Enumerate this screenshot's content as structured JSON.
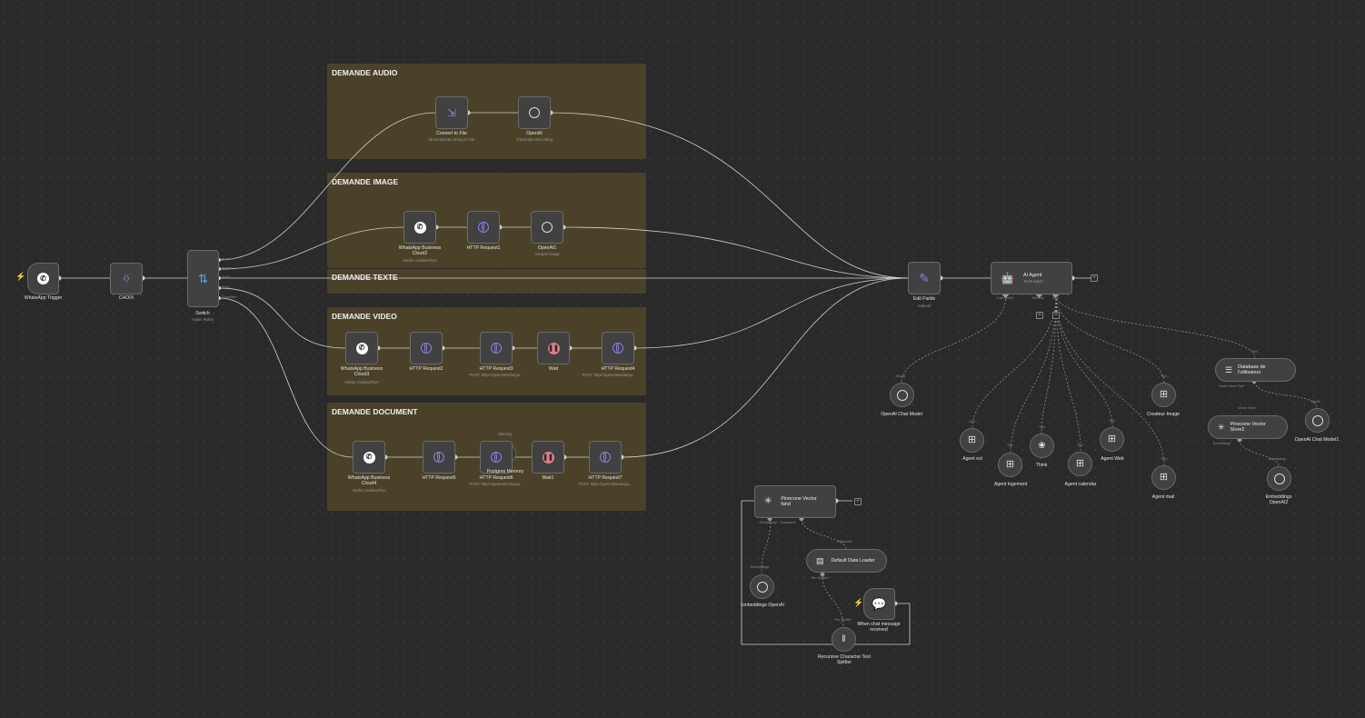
{
  "colors": {
    "canvas": "#2a2a2a",
    "sticky": "#4a4128",
    "node": "#414141",
    "accent": "#8f7fe0",
    "wait": "#e27d89",
    "wire": "#cfcfcf"
  },
  "groups": {
    "audio": "DEMANDE AUDIO",
    "image": "DEMANDE IMAGE",
    "texte": "DEMANDE TEXTE",
    "video": "DEMANDE VIDEO",
    "document": "DEMANDE DOCUMENT"
  },
  "nodes": {
    "whatsapp_trigger": {
      "label": "WhatsApp Trigger",
      "icon": "whatsapp-icon"
    },
    "choix": {
      "label": "CHOIX",
      "icon": "code-icon"
    },
    "switch": {
      "label": "Switch",
      "sub": "mode: Rules",
      "outputs": [
        "Audio",
        "Image",
        "Texte",
        "Video",
        "Document"
      ],
      "icon": "switch-icon"
    },
    "convert_to_file": {
      "label": "Convert to File",
      "sub": "Move Base64 String to File"
    },
    "openai": {
      "label": "OpenAI",
      "sub": "Transcribe Recording"
    },
    "wa_cloud2": {
      "label": "WhatsApp Business Cloud2",
      "sub": "media: mediaUrlGet"
    },
    "http1": {
      "label": "HTTP Request1"
    },
    "openai1": {
      "label": "OpenAI1",
      "sub": "Analyze image"
    },
    "wa_cloud3": {
      "label": "WhatsApp Business Cloud3",
      "sub": "media: mediaUrlGet"
    },
    "http2": {
      "label": "HTTP Request2"
    },
    "http3": {
      "label": "HTTP Request3",
      "sub": "POST: https://generativelangu..."
    },
    "wait": {
      "label": "Wait"
    },
    "http4": {
      "label": "HTTP Request4",
      "sub": "POST: https://generativelangu..."
    },
    "wa_cloud4": {
      "label": "WhatsApp Business Cloud4",
      "sub": "media: mediaUrlGet"
    },
    "http5": {
      "label": "HTTP Request5"
    },
    "http6": {
      "label": "HTTP Request6",
      "sub": "POST: https://generativelangu..."
    },
    "memory_overlap": {
      "label": "Memory",
      "label2": "Postgres Memory"
    },
    "wait1": {
      "label": "Wait1"
    },
    "http7": {
      "label": "HTTP Request7",
      "sub": "POST: https://generativelangu..."
    },
    "edit_fields": {
      "label": "Edit Fields",
      "sub": "manual"
    },
    "ai_agent": {
      "label": "AI Agent",
      "sub": "Tools Agent",
      "ports": [
        "Chat Model*",
        "Memory",
        "Tool"
      ]
    },
    "openai_chat_model": {
      "label": "OpenAI Chat Model",
      "port": "Model"
    },
    "agent_vol": {
      "label": "Agent vol",
      "port": "Tool"
    },
    "agent_logement": {
      "label": "Agent logement",
      "port": "Tool"
    },
    "think": {
      "label": "Think",
      "port": "Tool"
    },
    "agent_calendar": {
      "label": "Agent calendar",
      "port": "Tool"
    },
    "agent_web": {
      "label": "Agent Web",
      "port": "Tool"
    },
    "createur_image": {
      "label": "Createur Image",
      "port": "Tool"
    },
    "agent_mail": {
      "label": "Agent mail",
      "port": "Tool"
    },
    "database_user": {
      "label": "Database de l'utilisateur",
      "port": "Tool",
      "port_out": "Vector Store Tool*"
    },
    "openai_chat_model1": {
      "label": "OpenAI Chat Model1",
      "port": "Model"
    },
    "pinecone_store2": {
      "label": "Pinecone Vector Store2",
      "port": "Vector Store",
      "port_out": "Embedding*"
    },
    "embeddings_openai2": {
      "label": "Embeddings OpenAI2",
      "port": "Embedding"
    },
    "pinecone_fahd": {
      "label": "Pinecone Vector fahd",
      "ports": [
        "Embedding*",
        "Document*"
      ]
    },
    "embeddings_openai": {
      "label": "Embeddings OpenAI",
      "port": "Embeddings"
    },
    "default_data_loader": {
      "label": "Default Data Loader",
      "port": "Document",
      "port_out": "Text Splitter*"
    },
    "when_chat": {
      "label": "When chat message received"
    },
    "recursive_splitter": {
      "label": "Recursive Character Text Splitter",
      "port": "Text Splitter"
    }
  }
}
